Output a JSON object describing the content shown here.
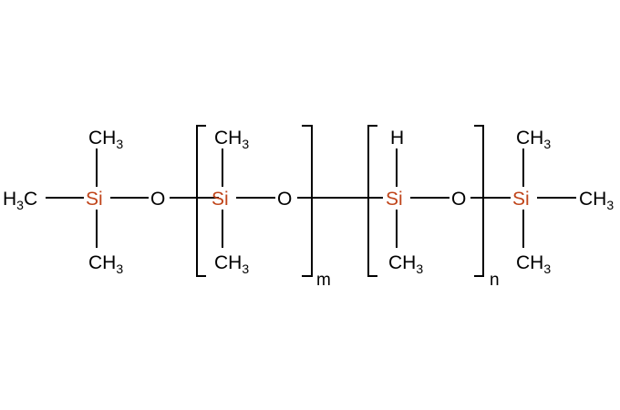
{
  "diagram": {
    "type": "chemical-structure",
    "description": "Trimethylsilyl-terminated poly(dimethylsiloxane-co-methylhydrosiloxane)",
    "colors": {
      "silicon": "#c0451a",
      "default": "#000000",
      "background": "#ffffff"
    },
    "end_group_left": {
      "center": "Si",
      "top": {
        "main": "CH",
        "sub": "3"
      },
      "bottom": {
        "main": "CH",
        "sub": "3"
      },
      "left": {
        "pre": "H",
        "sub": "3",
        "post": "C"
      },
      "link": "O"
    },
    "repeat_unit_m": {
      "center": "Si",
      "top": {
        "main": "CH",
        "sub": "3"
      },
      "bottom": {
        "main": "CH",
        "sub": "3"
      },
      "link": "O",
      "index": "m"
    },
    "repeat_unit_n": {
      "center": "Si",
      "top": {
        "main": "H"
      },
      "bottom": {
        "main": "CH",
        "sub": "3"
      },
      "link": "O",
      "index": "n"
    },
    "end_group_right": {
      "center": "Si",
      "top": {
        "main": "CH",
        "sub": "3"
      },
      "bottom": {
        "main": "CH",
        "sub": "3"
      },
      "right": {
        "main": "CH",
        "sub": "3"
      }
    }
  }
}
